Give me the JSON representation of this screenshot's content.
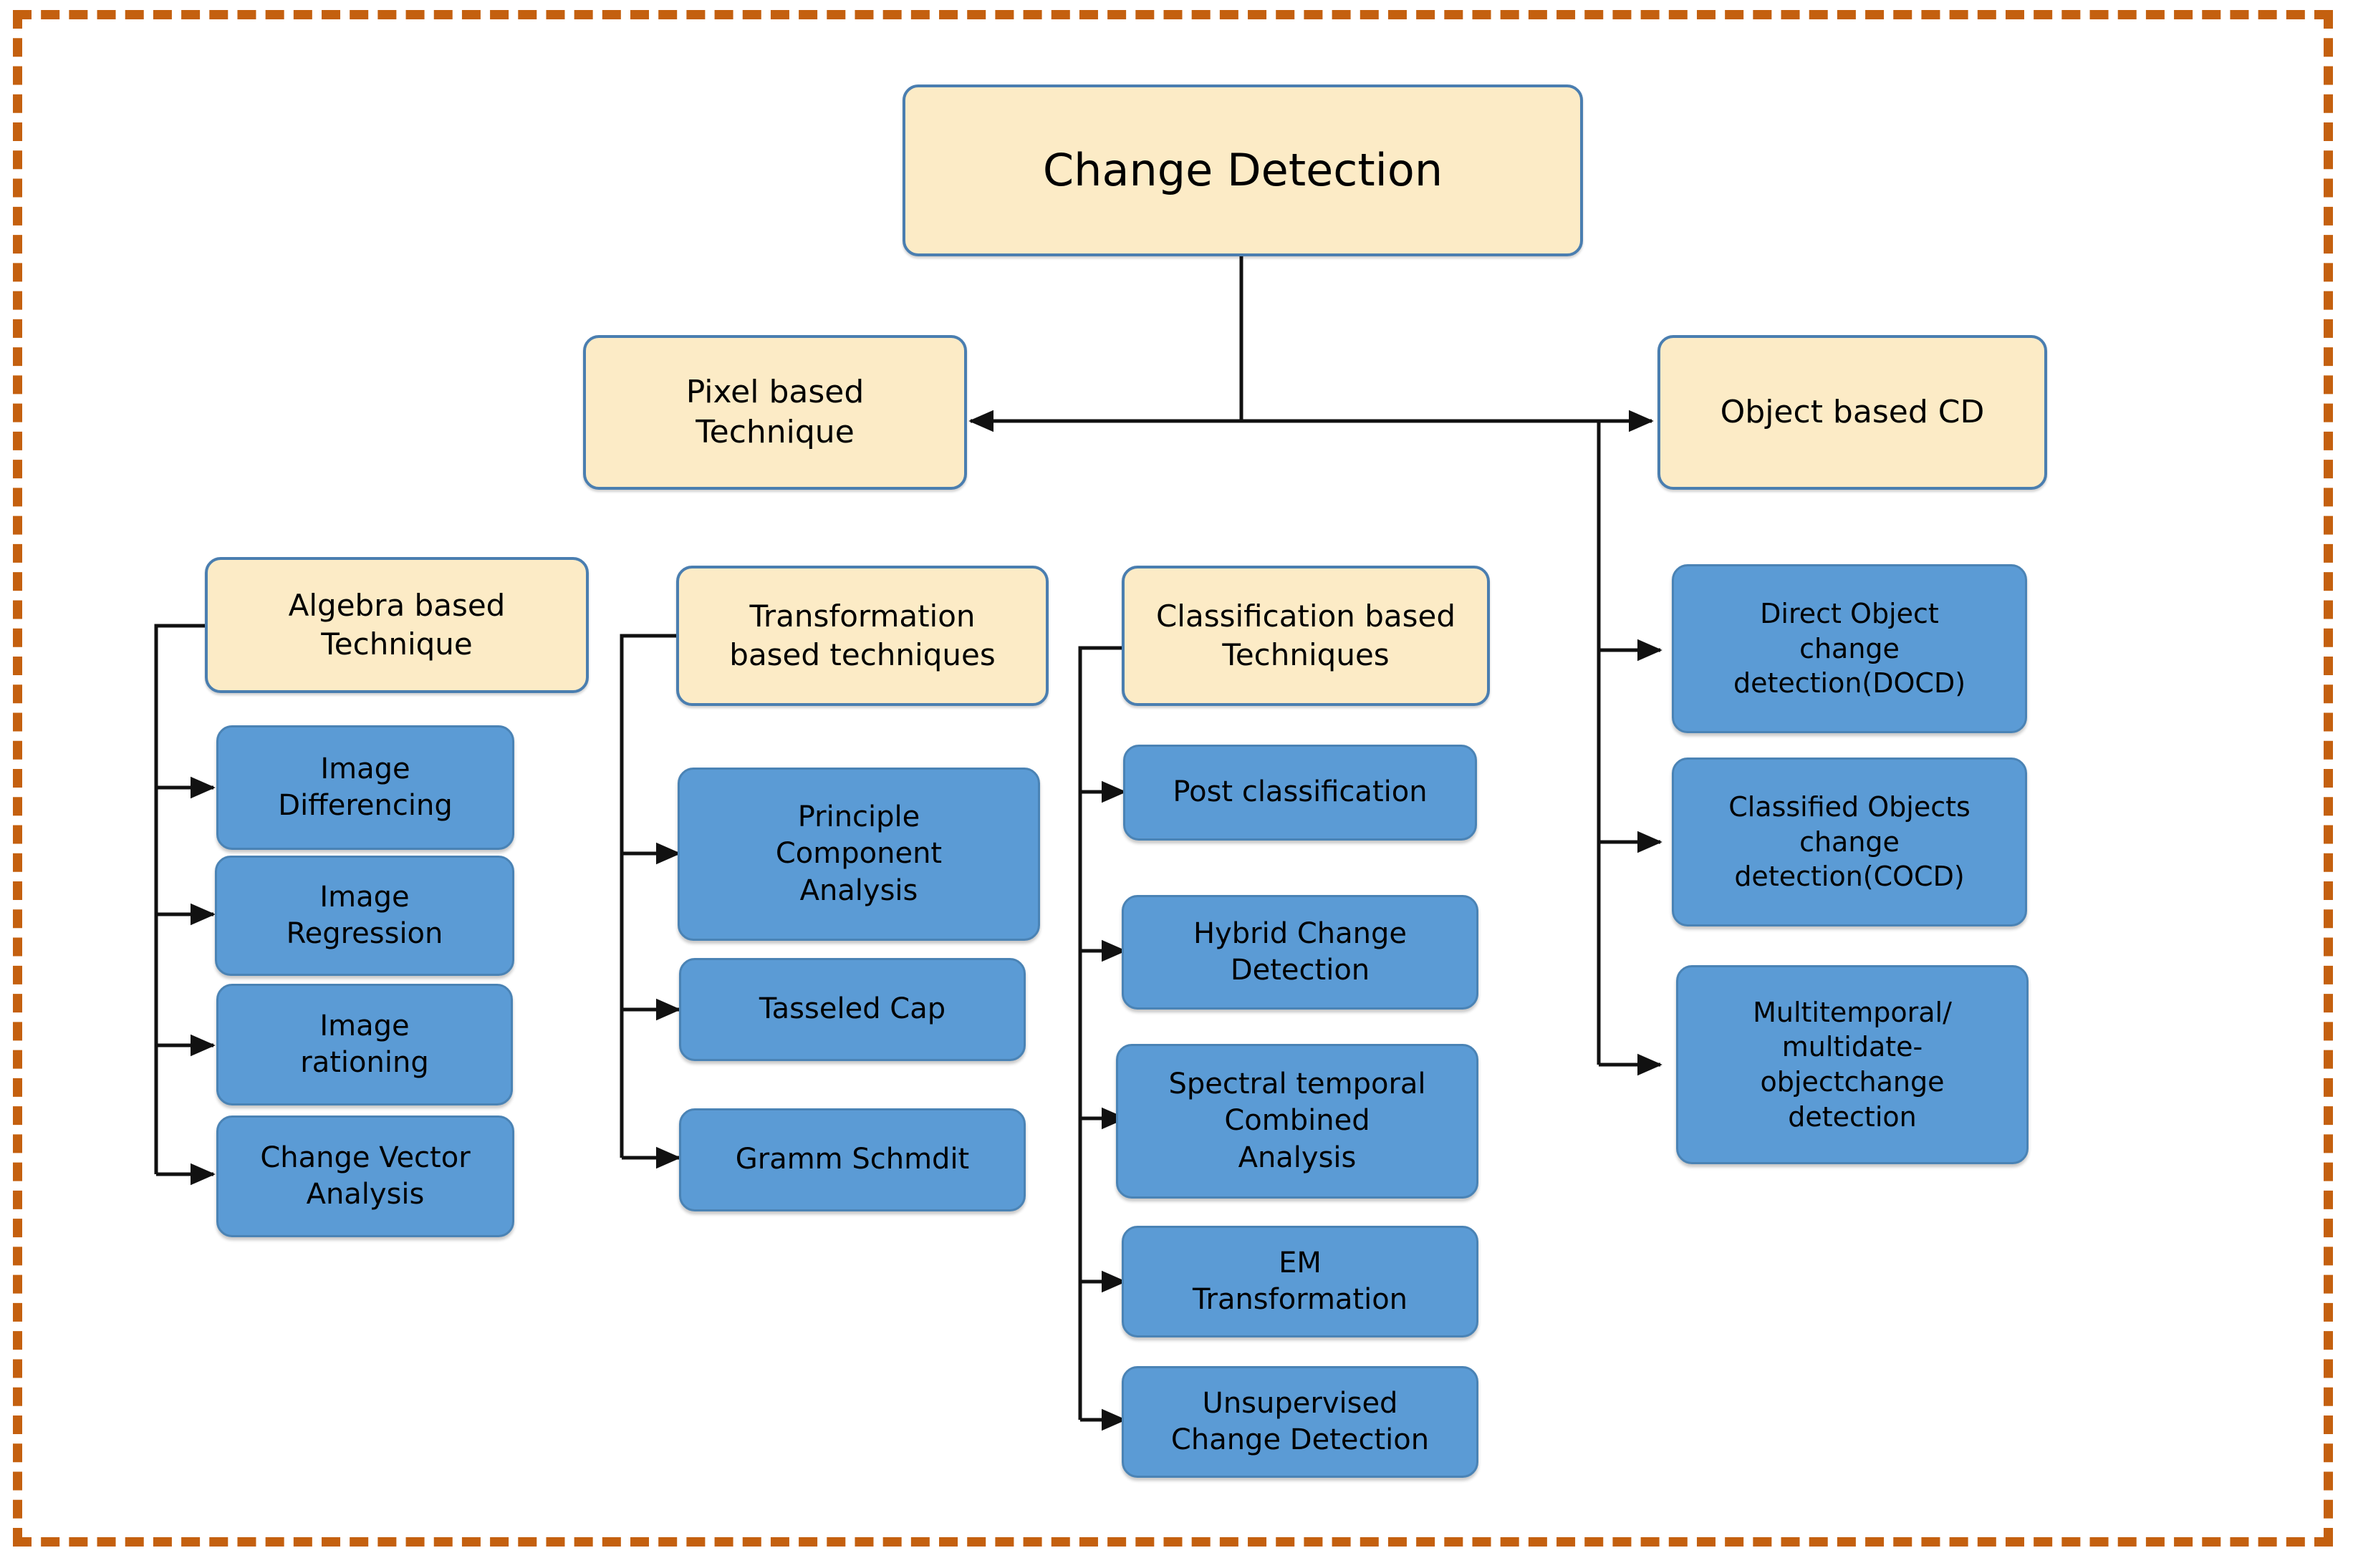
{
  "diagram": {
    "title": "Change Detection",
    "frame_color": "#C4600F",
    "category_color": "#FCEBC6",
    "method_color": "#5B9BD5",
    "nodes": {
      "root": "Change Detection",
      "pixel_based": "Pixel based\nTechnique",
      "object_based": "Object based CD",
      "algebra": "Algebra based\nTechnique",
      "transformation": "Transformation\nbased techniques",
      "classification": "Classification based\nTechniques",
      "image_differencing": "Image\nDifferencing",
      "image_regression": "Image\nRegression",
      "image_rationing": "Image\nrationing",
      "change_vector_analysis": "Change Vector\nAnalysis",
      "pca": "Principle\nComponent\nAnalysis",
      "tasseled_cap": "Tasseled Cap",
      "gramm_schmdit": "Gramm Schmdit",
      "post_classification": "Post classification",
      "hybrid_change_detection": "Hybrid Change\nDetection",
      "spectral_temporal": "Spectral temporal\nCombined\nAnalysis",
      "em_transformation": "EM\nTransformation",
      "unsupervised_cd": "Unsupervised\nChange Detection",
      "docd": "Direct Object\nchange\ndetection(DOCD)",
      "cocd": "Classified Objects\nchange\ndetection(COCD)",
      "multitemporal": "Multitemporal/\nmultidate-\nobjectchange\ndetection"
    }
  }
}
